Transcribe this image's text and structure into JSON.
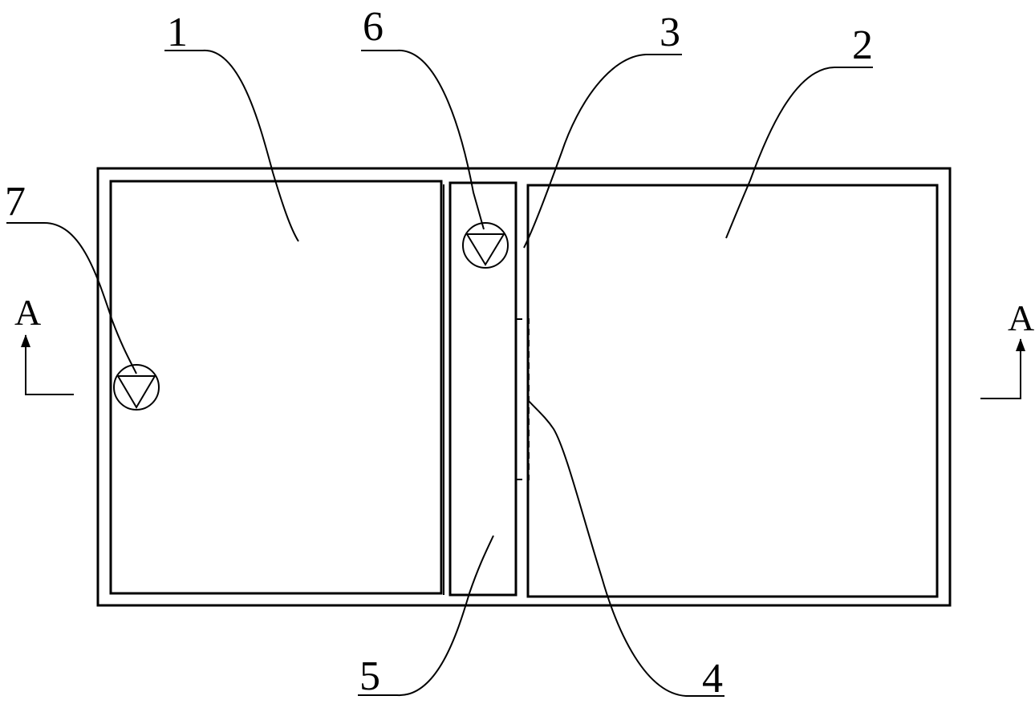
{
  "figure": {
    "labels": {
      "l1": "1",
      "l2": "2",
      "l3": "3",
      "l4": "4",
      "l5": "5",
      "l6": "6",
      "l7": "7"
    },
    "section_marks": {
      "left": "A",
      "right": "A"
    },
    "line_color": "#000000"
  }
}
